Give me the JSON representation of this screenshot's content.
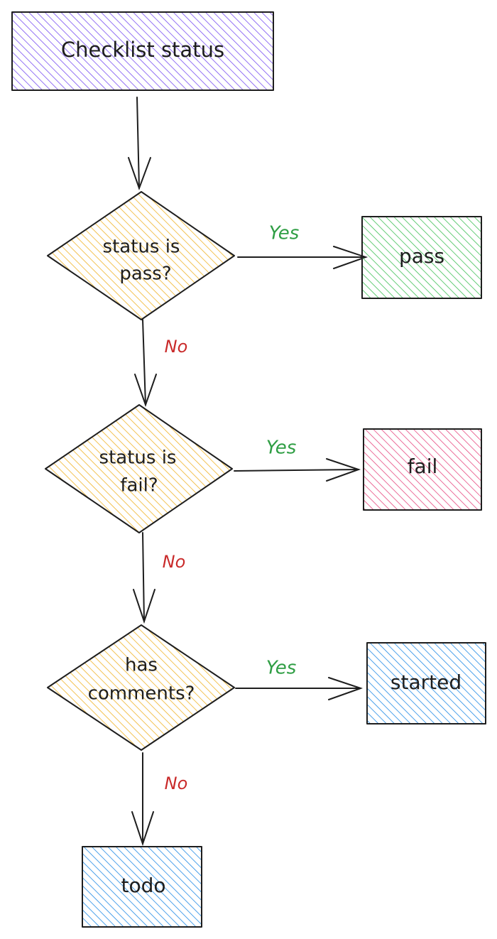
{
  "nodes": {
    "start": {
      "text": "Checklist status",
      "shape": "rectangle",
      "color": "#7950f2"
    },
    "decision_pass": {
      "lines": [
        "status is",
        "pass?"
      ],
      "shape": "diamond",
      "color": "#f0b429"
    },
    "decision_fail": {
      "lines": [
        "status is",
        "fail?"
      ],
      "shape": "diamond",
      "color": "#f0b429"
    },
    "decision_comments": {
      "lines": [
        "has",
        "comments?"
      ],
      "shape": "diamond",
      "color": "#f0b429"
    },
    "pass": {
      "text": "pass",
      "shape": "rectangle",
      "color": "#40c057"
    },
    "fail": {
      "text": "fail",
      "shape": "rectangle",
      "color": "#e64980"
    },
    "started": {
      "text": "started",
      "shape": "rectangle",
      "color": "#228be6"
    },
    "todo": {
      "text": "todo",
      "shape": "rectangle",
      "color": "#228be6"
    }
  },
  "edges": {
    "start_to_pass_q": {
      "label": ""
    },
    "pass_yes": {
      "label": "Yes"
    },
    "pass_no": {
      "label": "No"
    },
    "fail_yes": {
      "label": "Yes"
    },
    "fail_no": {
      "label": "No"
    },
    "comments_yes": {
      "label": "Yes"
    },
    "comments_no": {
      "label": "No"
    }
  },
  "colors": {
    "yes_label": "#2f9e44",
    "no_label": "#c92a2a",
    "stroke": "#1e1e1e"
  }
}
